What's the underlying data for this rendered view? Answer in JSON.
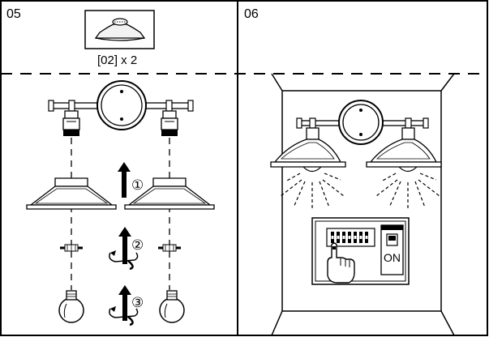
{
  "steps": {
    "left": {
      "number": "05",
      "part_label": "[02] x 2"
    },
    "right": {
      "number": "06"
    }
  },
  "markers": {
    "step_1": "①",
    "step_2": "②",
    "step_3": "③"
  },
  "breaker": {
    "label": "ON"
  },
  "colors": {
    "line": "#000000",
    "background": "#ffffff"
  },
  "icons": [
    "shade-icon",
    "bulb-icon",
    "socket-icon",
    "backplate-icon",
    "arrow-up-icon",
    "rotate-arrow-icon",
    "hand-pointer-icon",
    "breaker-panel-icon"
  ]
}
